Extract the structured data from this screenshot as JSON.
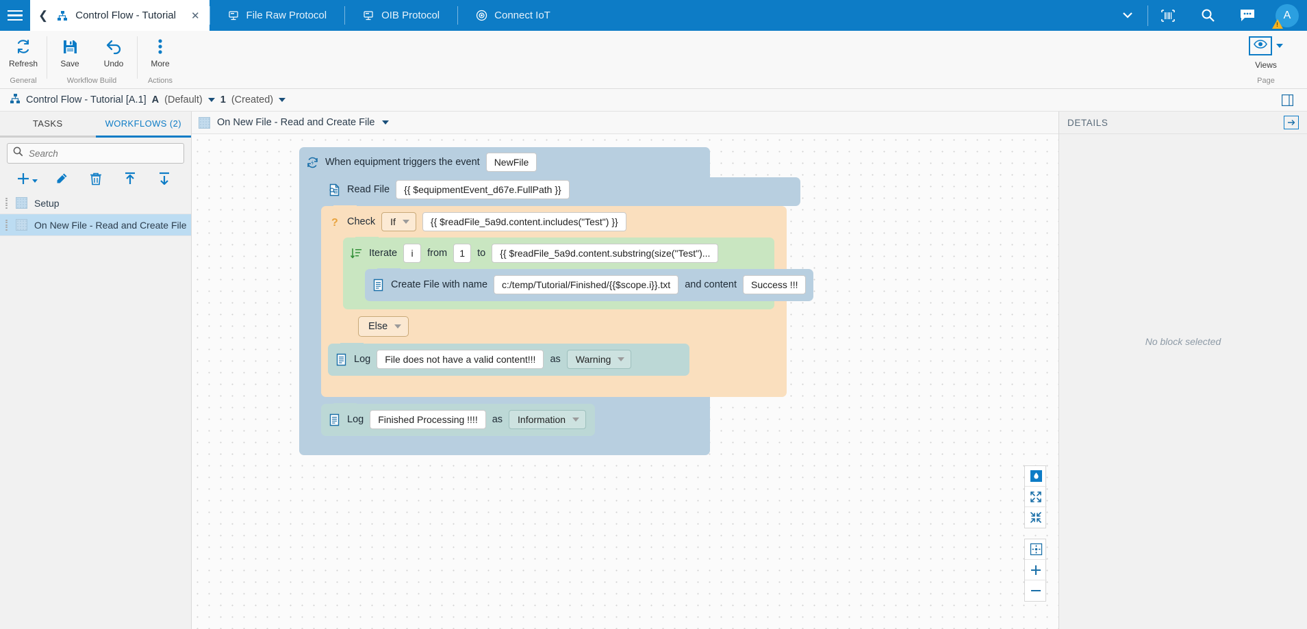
{
  "topbar": {
    "menu_icon": "hamburger-icon",
    "tabs": [
      {
        "label": "Control Flow - Tutorial",
        "icon": "sitemap-icon",
        "active": true,
        "closable": true
      },
      {
        "label": "File Raw Protocol",
        "icon": "server-icon",
        "active": false
      },
      {
        "label": "OIB Protocol",
        "icon": "server-icon",
        "active": false
      },
      {
        "label": "Connect IoT",
        "icon": "target-icon",
        "active": false
      }
    ],
    "right_icons": [
      "chevron-down-icon",
      "barcode-icon",
      "search-icon",
      "chat-icon"
    ],
    "avatar_letter": "A",
    "accent_color": "#0d7cc6"
  },
  "ribbon": {
    "groups": [
      {
        "label": "General",
        "buttons": [
          {
            "label": "Refresh",
            "icon": "refresh-icon"
          }
        ]
      },
      {
        "label": "Workflow Build",
        "buttons": [
          {
            "label": "Save",
            "icon": "save-icon"
          },
          {
            "label": "Undo",
            "icon": "undo-icon"
          }
        ]
      },
      {
        "label": "Actions",
        "buttons": [
          {
            "label": "More",
            "icon": "more-vertical-icon"
          }
        ]
      }
    ],
    "views": {
      "label": "Views",
      "group_label": "Page",
      "icon": "eye-icon"
    }
  },
  "breadcrumb": {
    "icon": "sitemap-icon",
    "title": "Control Flow - Tutorial [A.1]",
    "version_letter": "A",
    "version_state": "(Default)",
    "revision_number": "1",
    "revision_state": "(Created)",
    "right_icon": "panel-toggle-icon"
  },
  "left_panel": {
    "tabs": [
      {
        "label": "TASKS",
        "active": false
      },
      {
        "label": "WORKFLOWS (2)",
        "active": true
      }
    ],
    "search": {
      "placeholder": "Search",
      "value": "",
      "icon": "search-icon"
    },
    "toolbar": [
      {
        "name": "add-button",
        "icon": "plus-icon"
      },
      {
        "name": "edit-button",
        "icon": "pencil-icon"
      },
      {
        "name": "delete-button",
        "icon": "trash-icon"
      },
      {
        "name": "import-button",
        "icon": "arrow-up-bar-icon"
      },
      {
        "name": "export-button",
        "icon": "arrow-down-bar-icon"
      }
    ],
    "items": [
      {
        "label": "Setup",
        "selected": false
      },
      {
        "label": "On New File - Read and Create File",
        "selected": true
      }
    ]
  },
  "canvas_header": {
    "title": "On New File - Read and Create File",
    "caret": "chevron-down-icon"
  },
  "workflow": {
    "trigger": {
      "icon": "event-trigger-icon",
      "label": "When equipment triggers the event",
      "event_name": "NewFile"
    },
    "read_file": {
      "icon": "read-file-icon",
      "label": "Read File",
      "path": "{{ $equipmentEvent_d67e.FullPath }}"
    },
    "check": {
      "icon": "question-icon",
      "label": "Check",
      "condition_type": "If",
      "expression": "{{ $readFile_5a9d.content.includes(\"Test\") }}"
    },
    "iterate": {
      "icon": "iterate-icon",
      "label": "Iterate",
      "variable": "i",
      "from_label": "from",
      "from_value": "1",
      "to_label": "to",
      "to_value": "{{ $readFile_5a9d.content.substring(size(\"Test\")..."
    },
    "create_file": {
      "icon": "file-icon",
      "label": "Create File with name",
      "file_name": "c:/temp/Tutorial/Finished/{{$scope.i}}.txt",
      "content_label": "and content",
      "content_value": "Success !!!"
    },
    "else": {
      "label": "Else",
      "caret": "chevron-down-icon"
    },
    "log_warning": {
      "icon": "log-icon",
      "label": "Log",
      "message": "File does not have a valid content!!!",
      "as_label": "as",
      "level": "Warning"
    },
    "log_info": {
      "icon": "log-icon",
      "label": "Log",
      "message": "Finished Processing !!!!",
      "as_label": "as",
      "level": "Information"
    },
    "colors": {
      "trigger_block": "#b8cfe0",
      "condition_block": "#fadfbe",
      "loop_block": "#c9e6c1",
      "log_block": "#bcd8d6"
    }
  },
  "zoom_controls": [
    {
      "name": "theme-button",
      "icon": "droplet-icon"
    },
    {
      "name": "expand-all-button",
      "icon": "expand-icon"
    },
    {
      "name": "collapse-all-button",
      "icon": "collapse-icon"
    },
    {
      "name": "fit-to-screen-button",
      "icon": "fit-screen-icon"
    },
    {
      "name": "zoom-in-button",
      "icon": "plus-icon"
    },
    {
      "name": "zoom-out-button",
      "icon": "minus-icon"
    }
  ],
  "details": {
    "title": "DETAILS",
    "empty_message": "No block selected",
    "collapse_icon": "arrow-right-box-icon"
  }
}
